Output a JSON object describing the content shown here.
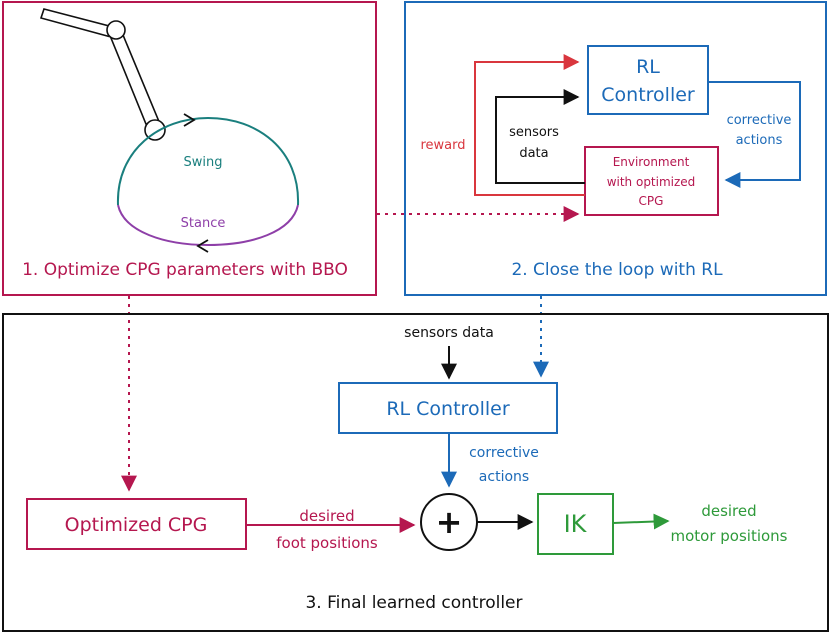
{
  "colors": {
    "crimson": "#b5174f",
    "blue": "#1c6ab8",
    "red": "#d9363e",
    "teal": "#1a7f7e",
    "purple": "#8e3fa8",
    "green": "#2e9a3a",
    "black": "#111111"
  },
  "panel1": {
    "title": "1. Optimize CPG parameters with BBO",
    "swing_label": "Swing",
    "stance_label": "Stance"
  },
  "panel2": {
    "title": "2. Close the loop with RL",
    "rl_controller_line1": "RL",
    "rl_controller_line2": "Controller",
    "env_line1": "Environment",
    "env_line2": "with optimized",
    "env_line3": "CPG",
    "reward_label": "reward",
    "sensors_line1": "sensors",
    "sensors_line2": "data",
    "corrective_line1": "corrective",
    "corrective_line2": "actions"
  },
  "panel3": {
    "title": "3. Final learned controller",
    "sensors_data_label": "sensors data",
    "rl_controller_label": "RL Controller",
    "corrective_line1": "corrective",
    "corrective_line2": "actions",
    "optimized_cpg_label": "Optimized CPG",
    "desired_foot_line1": "desired",
    "desired_foot_line2": "foot positions",
    "plus_label": "+",
    "ik_label": "IK",
    "desired_motor_line1": "desired",
    "desired_motor_line2": "motor positions"
  }
}
